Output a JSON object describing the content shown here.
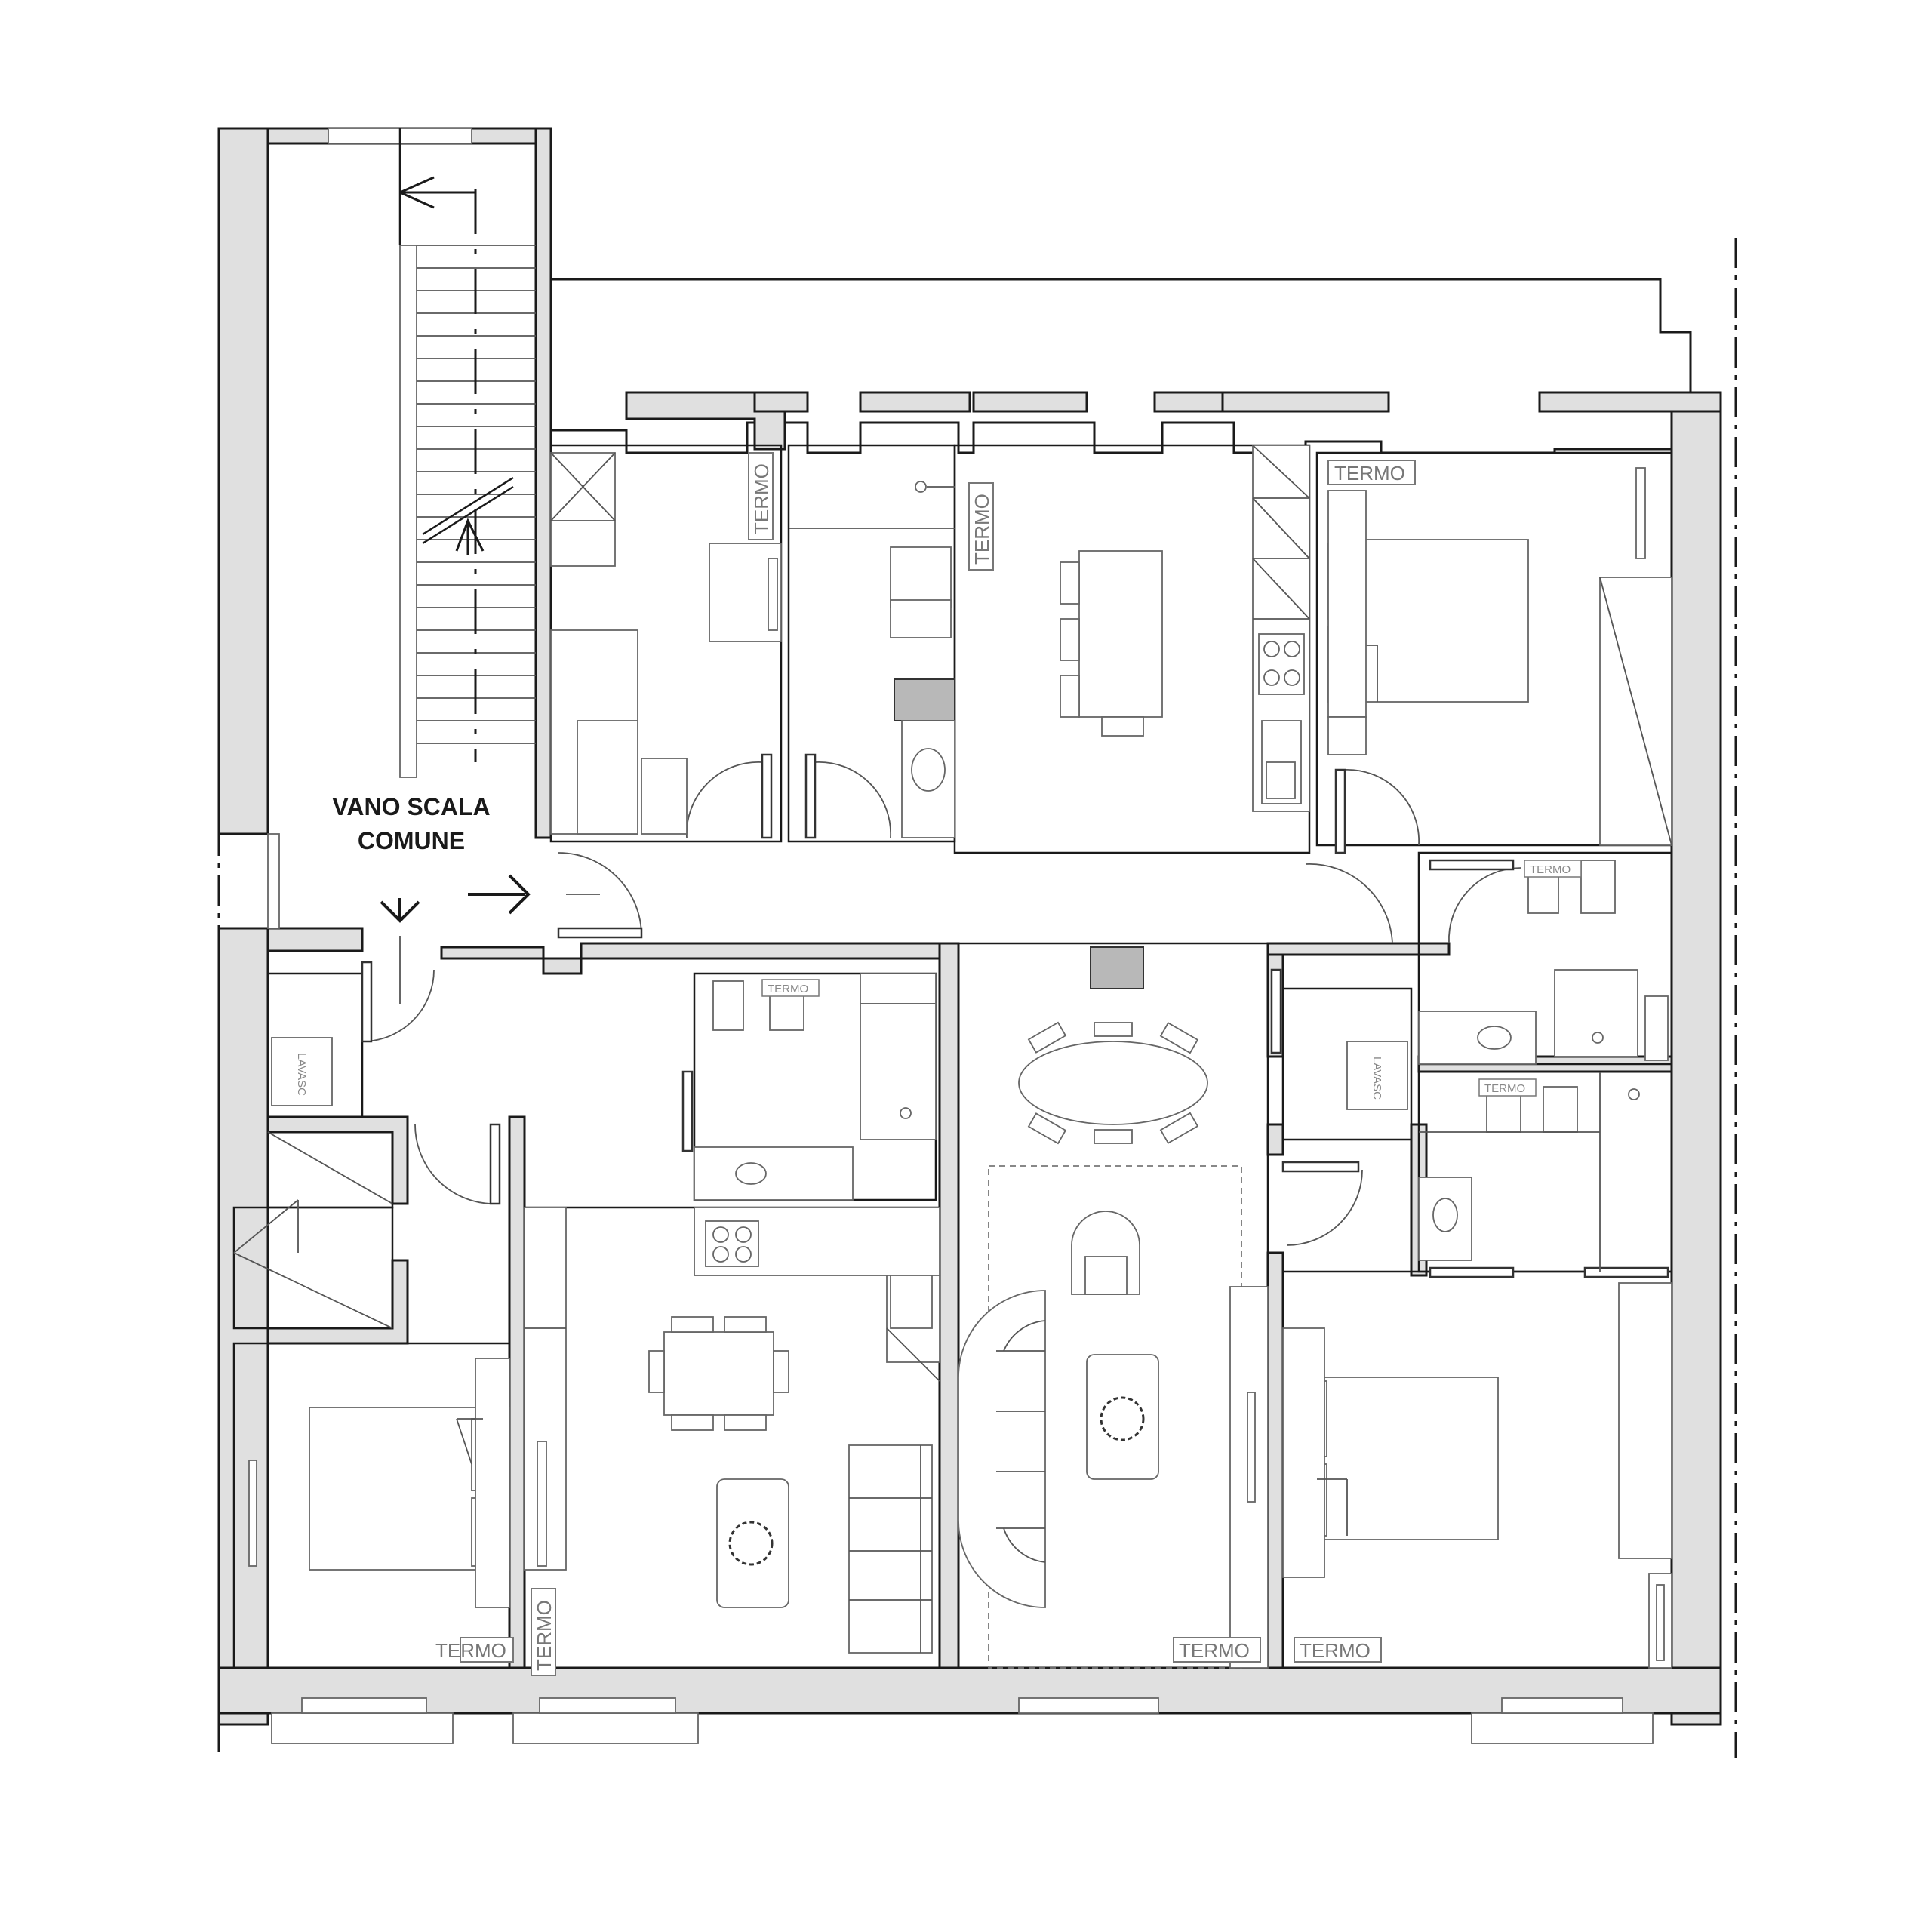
{
  "stair_label": {
    "line1": "VANO SCALA",
    "line2": "COMUNE"
  },
  "labels": {
    "heater": "TERMO",
    "wash": "LAVASC"
  }
}
